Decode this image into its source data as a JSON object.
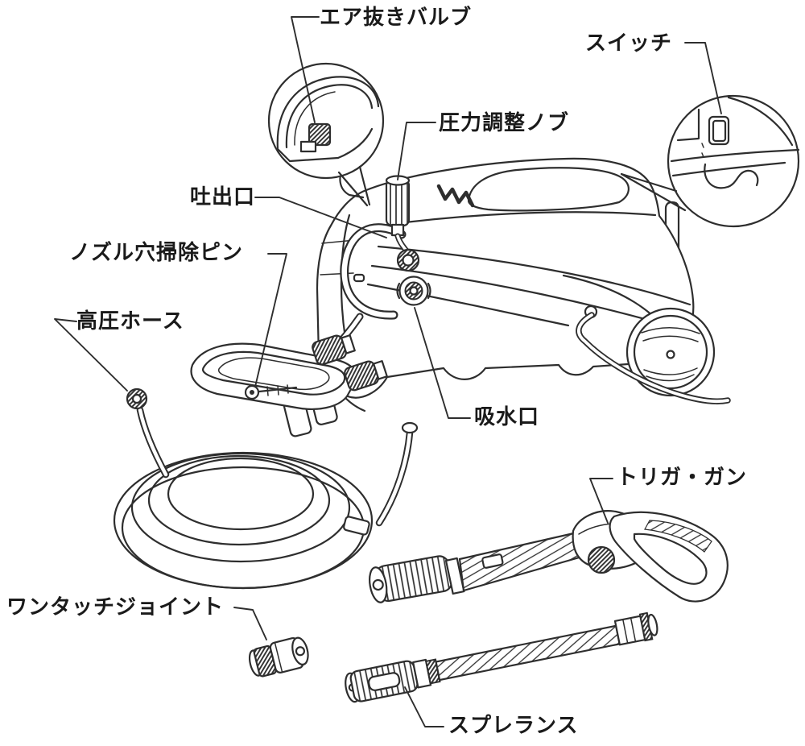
{
  "diagram": {
    "background": "#ffffff",
    "line_color": "#2e2e2e",
    "text_color": "#1a1a1a",
    "parts": [
      {
        "id": "air-bleed-valve",
        "label": "エア抜きバルブ"
      },
      {
        "id": "switch",
        "label": "スイッチ"
      },
      {
        "id": "pressure-adjustment-knob",
        "label": "圧力調整ノブ"
      },
      {
        "id": "discharge-port",
        "label": "吐出口"
      },
      {
        "id": "nozzle-hole-cleaning-pin",
        "label": "ノズル穴掃除ピン"
      },
      {
        "id": "high-pressure-hose",
        "label": "高圧ホース"
      },
      {
        "id": "water-intake-port",
        "label": "吸水口"
      },
      {
        "id": "trigger-gun",
        "label": "トリガ・ガン"
      },
      {
        "id": "one-touch-joint",
        "label": "ワンタッチジョイント"
      },
      {
        "id": "spray-lance",
        "label": "スプレランス"
      }
    ]
  }
}
